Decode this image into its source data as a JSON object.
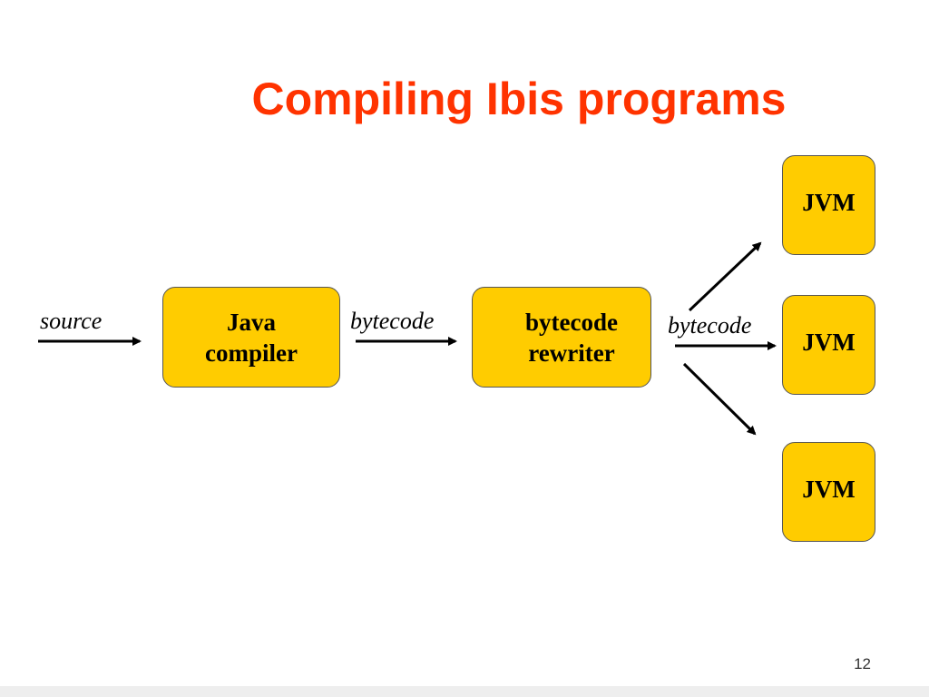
{
  "slide": {
    "title": "Compiling Ibis programs",
    "page_number": "12"
  },
  "diagram": {
    "labels": {
      "source": "source",
      "bytecode_1": "bytecode",
      "bytecode_2": "bytecode"
    },
    "boxes": {
      "java_compiler": "Java\ncompiler",
      "bytecode_rewriter": "bytecode\nrewriter",
      "jvm_top": "JVM",
      "jvm_middle": "JVM",
      "jvm_bottom": "JVM"
    },
    "colors": {
      "box_fill": "#ffcc00",
      "title": "#ff3300",
      "arrow": "#000000"
    }
  }
}
